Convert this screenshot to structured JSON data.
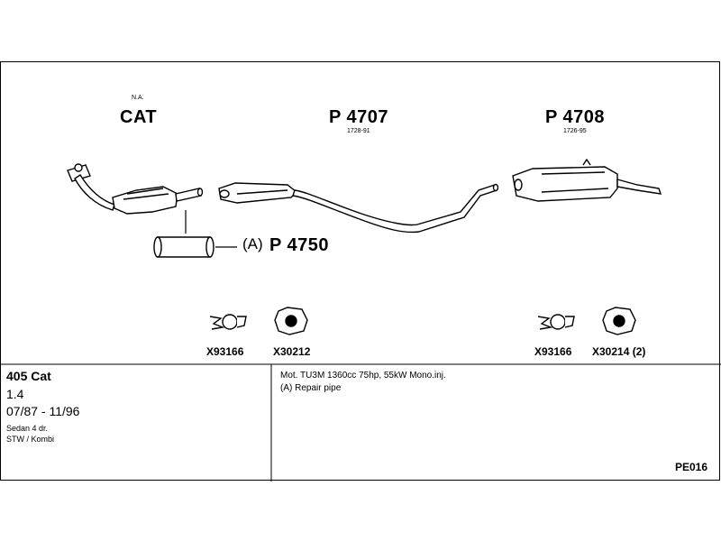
{
  "parts": {
    "cat": {
      "note": "N.A.",
      "name": "CAT"
    },
    "p4707": {
      "name": "P 4707",
      "sub": "1728-91"
    },
    "p4708": {
      "name": "P 4708",
      "sub": "1726-95"
    },
    "repair": {
      "prefix": "(A)",
      "name": "P 4750"
    }
  },
  "fittings": [
    {
      "code": "X93166"
    },
    {
      "code": "X30212"
    },
    {
      "code": "X93166"
    },
    {
      "code": "X30214 (2)"
    }
  ],
  "vehicle": {
    "model": "405 Cat",
    "engine_size": "1.4",
    "years": "07/87 - 11/96",
    "body1": "Sedan 4 dr.",
    "body2": "STW / Kombi"
  },
  "notes": {
    "line1": "Mot. TU3M 1360cc 75hp, 55kW Mono.inj.",
    "line2": "(A) Repair pipe"
  },
  "ref": "PE016"
}
